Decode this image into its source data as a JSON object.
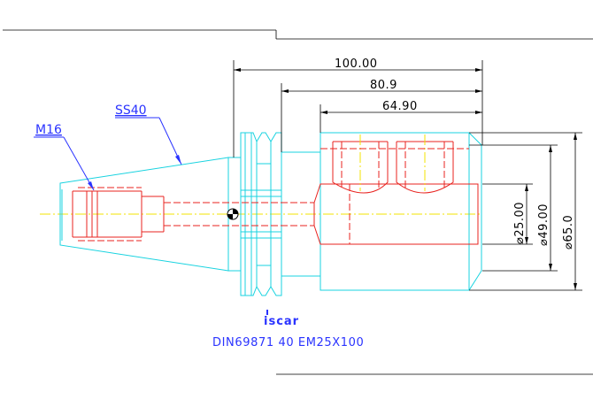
{
  "drawing": {
    "dimensions": {
      "length_total": "100.00",
      "length_mid": "80.9",
      "length_inner": "64.90",
      "dia_bore": "⌀25.00",
      "dia_mid": "⌀49.00",
      "dia_outer": "⌀65.0"
    },
    "callouts": {
      "thread": "M16",
      "taper": "SS40"
    },
    "logo_text": "iscar",
    "caption": "DIN69871  40  EM25X100"
  }
}
